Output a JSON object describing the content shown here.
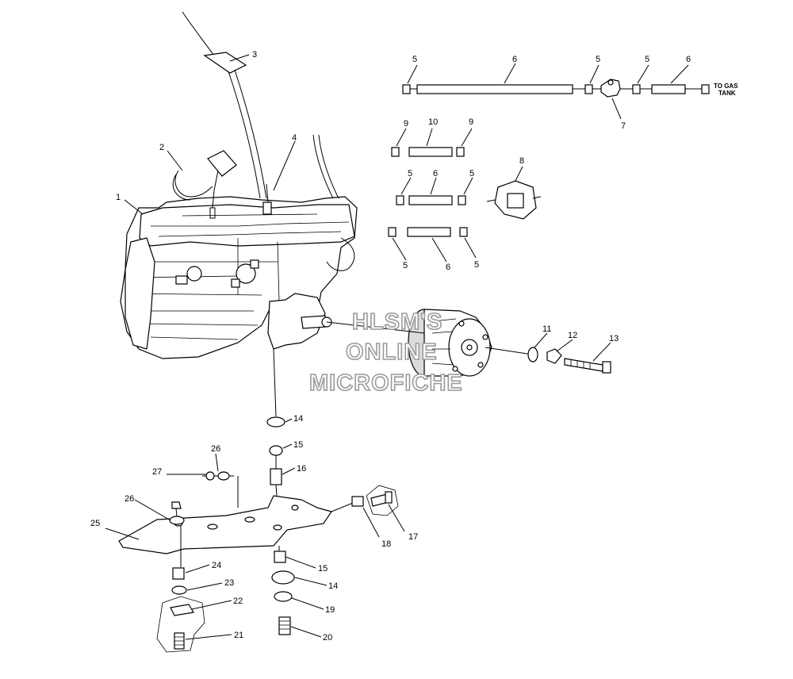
{
  "callouts": {
    "c1": "1",
    "c2": "2",
    "c3": "3",
    "c4": "4",
    "c5a": "5",
    "c6a": "6",
    "c5b": "5",
    "c5c": "5",
    "c6b": "6",
    "c7": "7",
    "c8": "8",
    "c9a": "9",
    "c10": "10",
    "c9b": "9",
    "c5d": "5",
    "c6c": "6",
    "c5e": "5",
    "c5f": "5",
    "c6d": "6",
    "c5g": "5",
    "c11": "11",
    "c12": "12",
    "c13": "13",
    "c14a": "14",
    "c15a": "15",
    "c16": "16",
    "c26a": "26",
    "c27": "27",
    "c26b": "26",
    "c25": "25",
    "c18": "18",
    "c17": "17",
    "c24": "24",
    "c23": "23",
    "c22": "22",
    "c21": "21",
    "c15b": "15",
    "c14b": "14",
    "c19": "19",
    "c20": "20"
  },
  "labels": {
    "to_gas_line1": "TO GAS",
    "to_gas_line2": "TANK"
  },
  "watermark": {
    "line1": "HLSM'S",
    "line2": "ONLINE",
    "line3": "MICROFICHE"
  },
  "colors": {
    "ink": "#000000",
    "watermark_outline": "#9a9a9a"
  }
}
